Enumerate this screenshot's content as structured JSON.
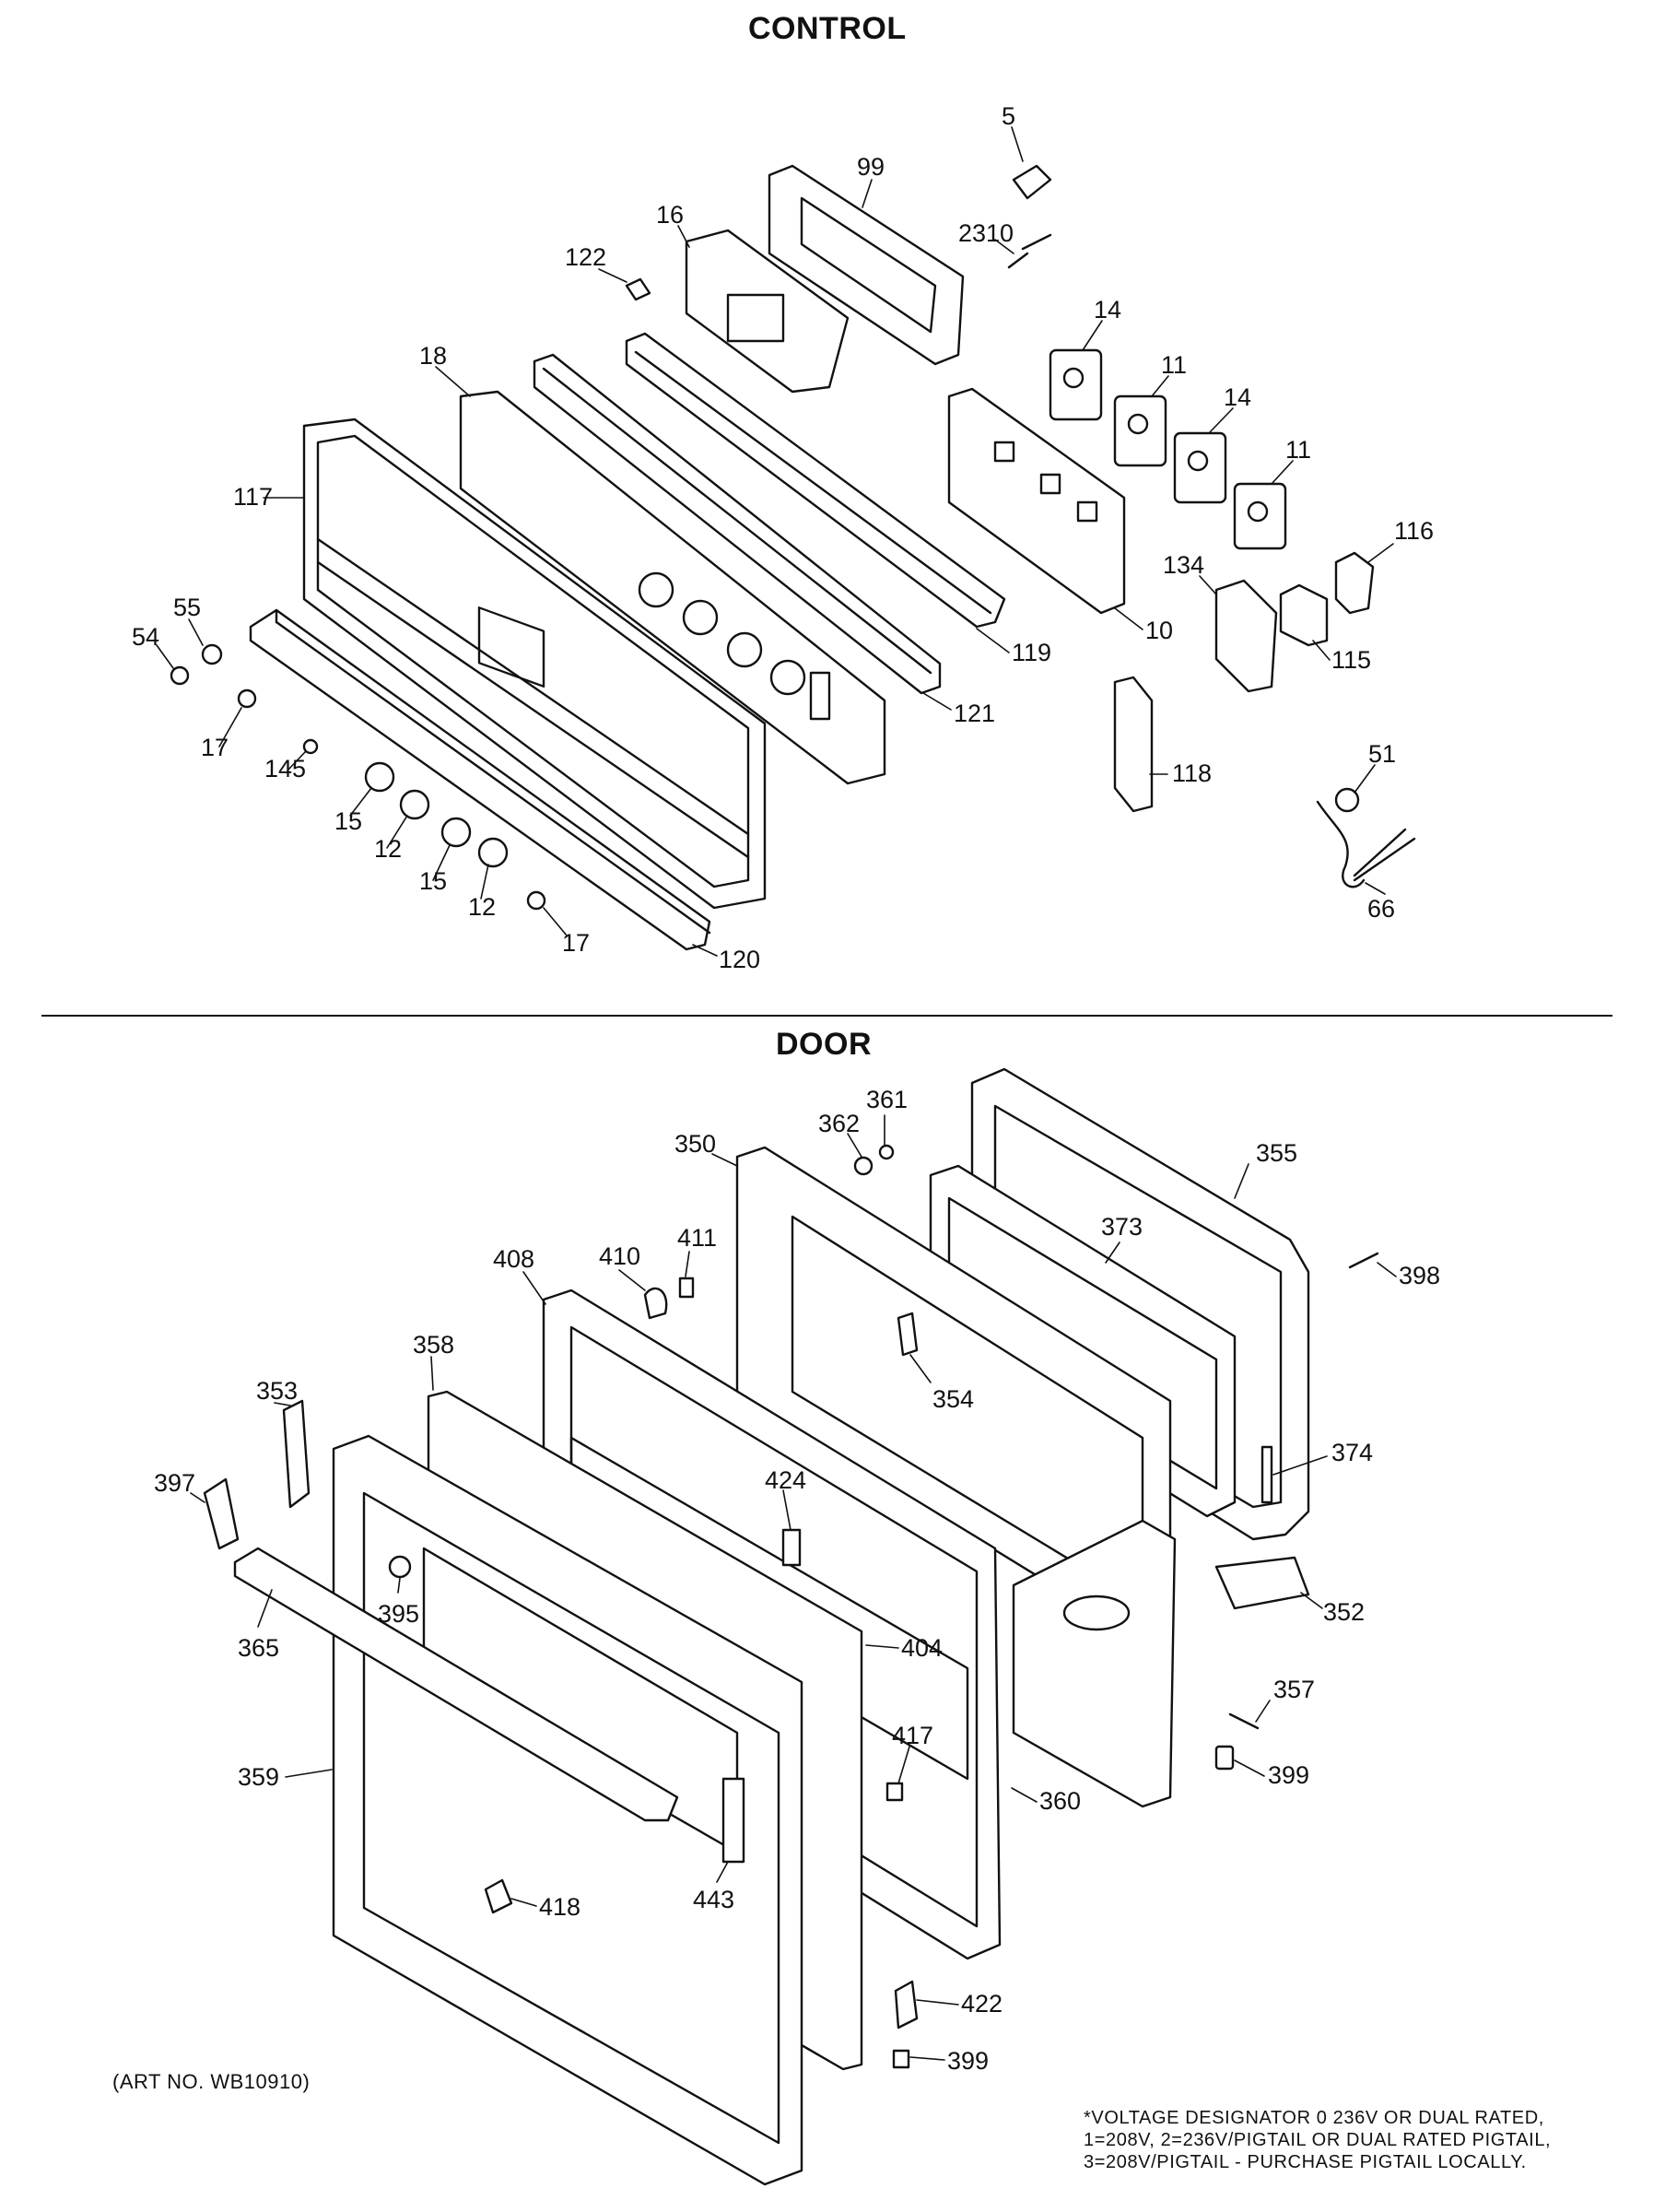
{
  "sections": {
    "control": "CONTROL",
    "door": "DOOR"
  },
  "control_callouts": [
    "5",
    "99",
    "16",
    "2310",
    "122",
    "14",
    "11",
    "14",
    "11",
    "18",
    "117",
    "116",
    "134",
    "55",
    "54",
    "10",
    "119",
    "115",
    "17",
    "145",
    "121",
    "118",
    "51",
    "15",
    "12",
    "15",
    "12",
    "17",
    "120",
    "66"
  ],
  "door_callouts": [
    "361",
    "362",
    "350",
    "355",
    "373",
    "398",
    "408",
    "410",
    "411",
    "358",
    "354",
    "353",
    "374",
    "397",
    "424",
    "395",
    "365",
    "352",
    "404",
    "357",
    "417",
    "360",
    "399",
    "359",
    "443",
    "418",
    "422",
    "399"
  ],
  "footer": {
    "art_number": "(ART NO. WB10910)",
    "voltage_note": [
      "*VOLTAGE DESIGNATOR 0 236V OR DUAL RATED,",
      "1=208V, 2=236V/PIGTAIL OR DUAL RATED PIGTAIL,",
      "3=208V/PIGTAIL - PURCHASE PIGTAIL LOCALLY."
    ]
  }
}
